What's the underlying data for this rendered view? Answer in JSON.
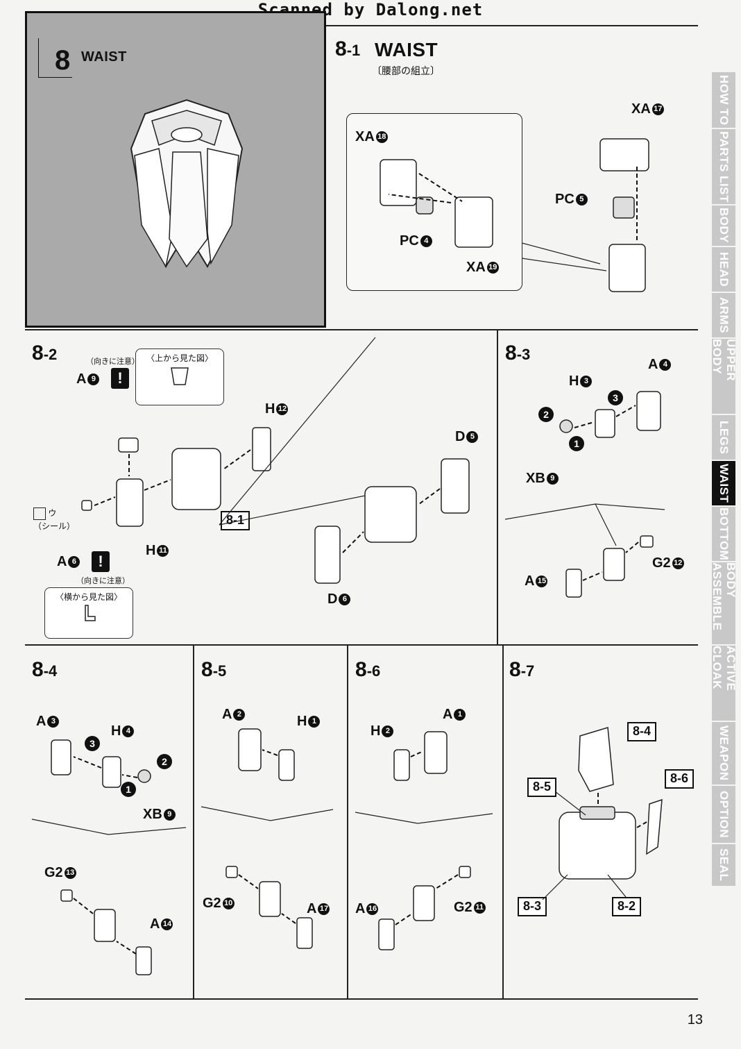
{
  "banner": "Scanned by Dalong.net",
  "main_step": {
    "number": "8",
    "title": "WAIST"
  },
  "steps": {
    "s81": {
      "num": "8",
      "sub": "-1",
      "title": "WAIST",
      "jp": "〔腰部の組立〕"
    },
    "s82": {
      "num": "8",
      "sub": "-2"
    },
    "s83": {
      "num": "8",
      "sub": "-3"
    },
    "s84": {
      "num": "8",
      "sub": "-4"
    },
    "s85": {
      "num": "8",
      "sub": "-5"
    },
    "s86": {
      "num": "8",
      "sub": "-6"
    },
    "s87": {
      "num": "8",
      "sub": "-7"
    }
  },
  "parts_81": {
    "xa18": {
      "code": "XA",
      "n": "18"
    },
    "pc4": {
      "code": "PC",
      "n": "4"
    },
    "xa19": {
      "code": "XA",
      "n": "19"
    },
    "xa17": {
      "code": "XA",
      "n": "17"
    },
    "pc5": {
      "code": "PC",
      "n": "5"
    }
  },
  "parts_82": {
    "a9": {
      "code": "A",
      "n": "9"
    },
    "h12": {
      "code": "H",
      "n": "12"
    },
    "h11": {
      "code": "H",
      "n": "11"
    },
    "a6": {
      "code": "A",
      "n": "6"
    },
    "d5": {
      "code": "D",
      "n": "5"
    },
    "d6": {
      "code": "D",
      "n": "6"
    },
    "caution_top": "（向きに注意）",
    "caution_bottom": "（向きに注意）",
    "top_view": "〈上から見た図〉",
    "side_view": "〈横から見た図〉",
    "sticker_code": "ウ",
    "sticker_label": "（シール）",
    "ref": "8-1",
    "warn_mark": "!"
  },
  "parts_83": {
    "a4": {
      "code": "A",
      "n": "4"
    },
    "h3": {
      "code": "H",
      "n": "3"
    },
    "xb9": {
      "code": "XB",
      "n": "9"
    },
    "g212": {
      "code": "G2",
      "n": "12"
    },
    "a15": {
      "code": "A",
      "n": "15"
    }
  },
  "parts_84": {
    "a3": {
      "code": "A",
      "n": "3"
    },
    "h4": {
      "code": "H",
      "n": "4"
    },
    "xb9": {
      "code": "XB",
      "n": "9"
    },
    "g213": {
      "code": "G2",
      "n": "13"
    },
    "a14": {
      "code": "A",
      "n": "14"
    }
  },
  "parts_85": {
    "a2": {
      "code": "A",
      "n": "2"
    },
    "h1": {
      "code": "H",
      "n": "1"
    },
    "g210": {
      "code": "G2",
      "n": "10"
    },
    "a17": {
      "code": "A",
      "n": "17"
    }
  },
  "parts_86": {
    "h2": {
      "code": "H",
      "n": "2"
    },
    "a1": {
      "code": "A",
      "n": "1"
    },
    "a16": {
      "code": "A",
      "n": "16"
    },
    "g211": {
      "code": "G2",
      "n": "11"
    }
  },
  "parts_87": {
    "ref84": "8-4",
    "ref85": "8-5",
    "ref86": "8-6",
    "ref83": "8-3",
    "ref82": "8-2"
  },
  "order_marks": {
    "one": "1",
    "two": "2",
    "three": "3"
  },
  "side_tabs": [
    "HOW TO",
    "PARTS LIST",
    "BODY",
    "HEAD",
    "ARMS",
    "UPPER BODY",
    "LEGS",
    "WAIST",
    "BOTTOM",
    "BODY ASSEMBLE",
    "ACTIVE CLOAK",
    "WEAPON",
    "OPTION",
    "SEAL"
  ],
  "active_tab": "WAIST",
  "page_number": "13"
}
